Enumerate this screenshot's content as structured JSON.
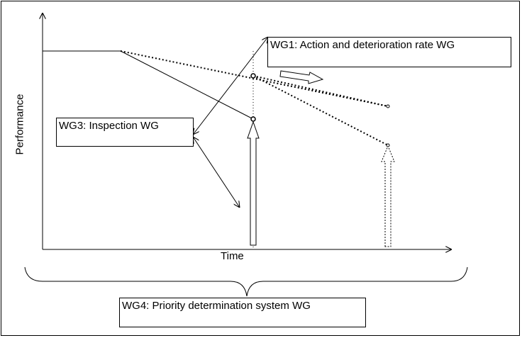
{
  "diagram": {
    "y_axis_label": "Performance",
    "x_axis_label": "Time",
    "boxes": {
      "wg1": "WG1: Action and deterioration rate WG",
      "wg3": "WG3: Inspection WG",
      "wg4": "WG4: Priority determination system WG"
    }
  }
}
